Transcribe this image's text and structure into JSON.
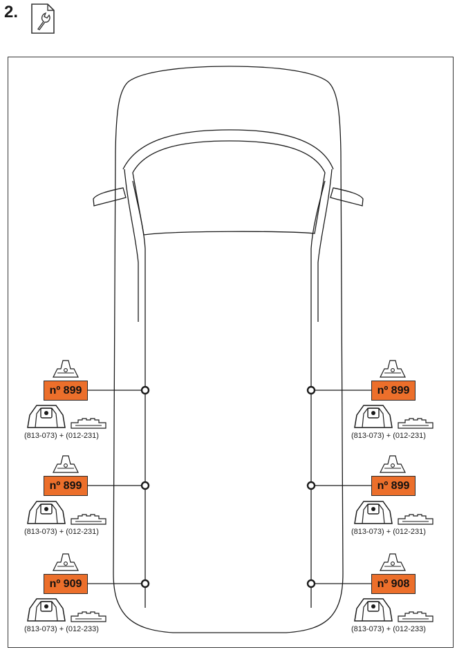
{
  "step": {
    "number": "2."
  },
  "icons": {
    "header": "wrench-document-icon",
    "foot": "roof-foot-icon",
    "bracket": "fitting-bracket-icon",
    "pad": "rubber-pad-icon"
  },
  "colors": {
    "badge": "#ec6f2b",
    "line": "#1a1a1a"
  },
  "mounts": [
    {
      "side": "left",
      "row": 1,
      "kit": "nº 899",
      "parts": "(813-073) + (012-231)"
    },
    {
      "side": "right",
      "row": 1,
      "kit": "nº 899",
      "parts": "(813-073) + (012-231)"
    },
    {
      "side": "left",
      "row": 2,
      "kit": "nº 899",
      "parts": "(813-073) + (012-231)"
    },
    {
      "side": "right",
      "row": 2,
      "kit": "nº 899",
      "parts": "(813-073) + (012-231)"
    },
    {
      "side": "left",
      "row": 3,
      "kit": "nº 909",
      "parts": "(813-073) + (012-233)"
    },
    {
      "side": "right",
      "row": 3,
      "kit": "nº 908",
      "parts": "(813-073) + (012-233)"
    }
  ]
}
